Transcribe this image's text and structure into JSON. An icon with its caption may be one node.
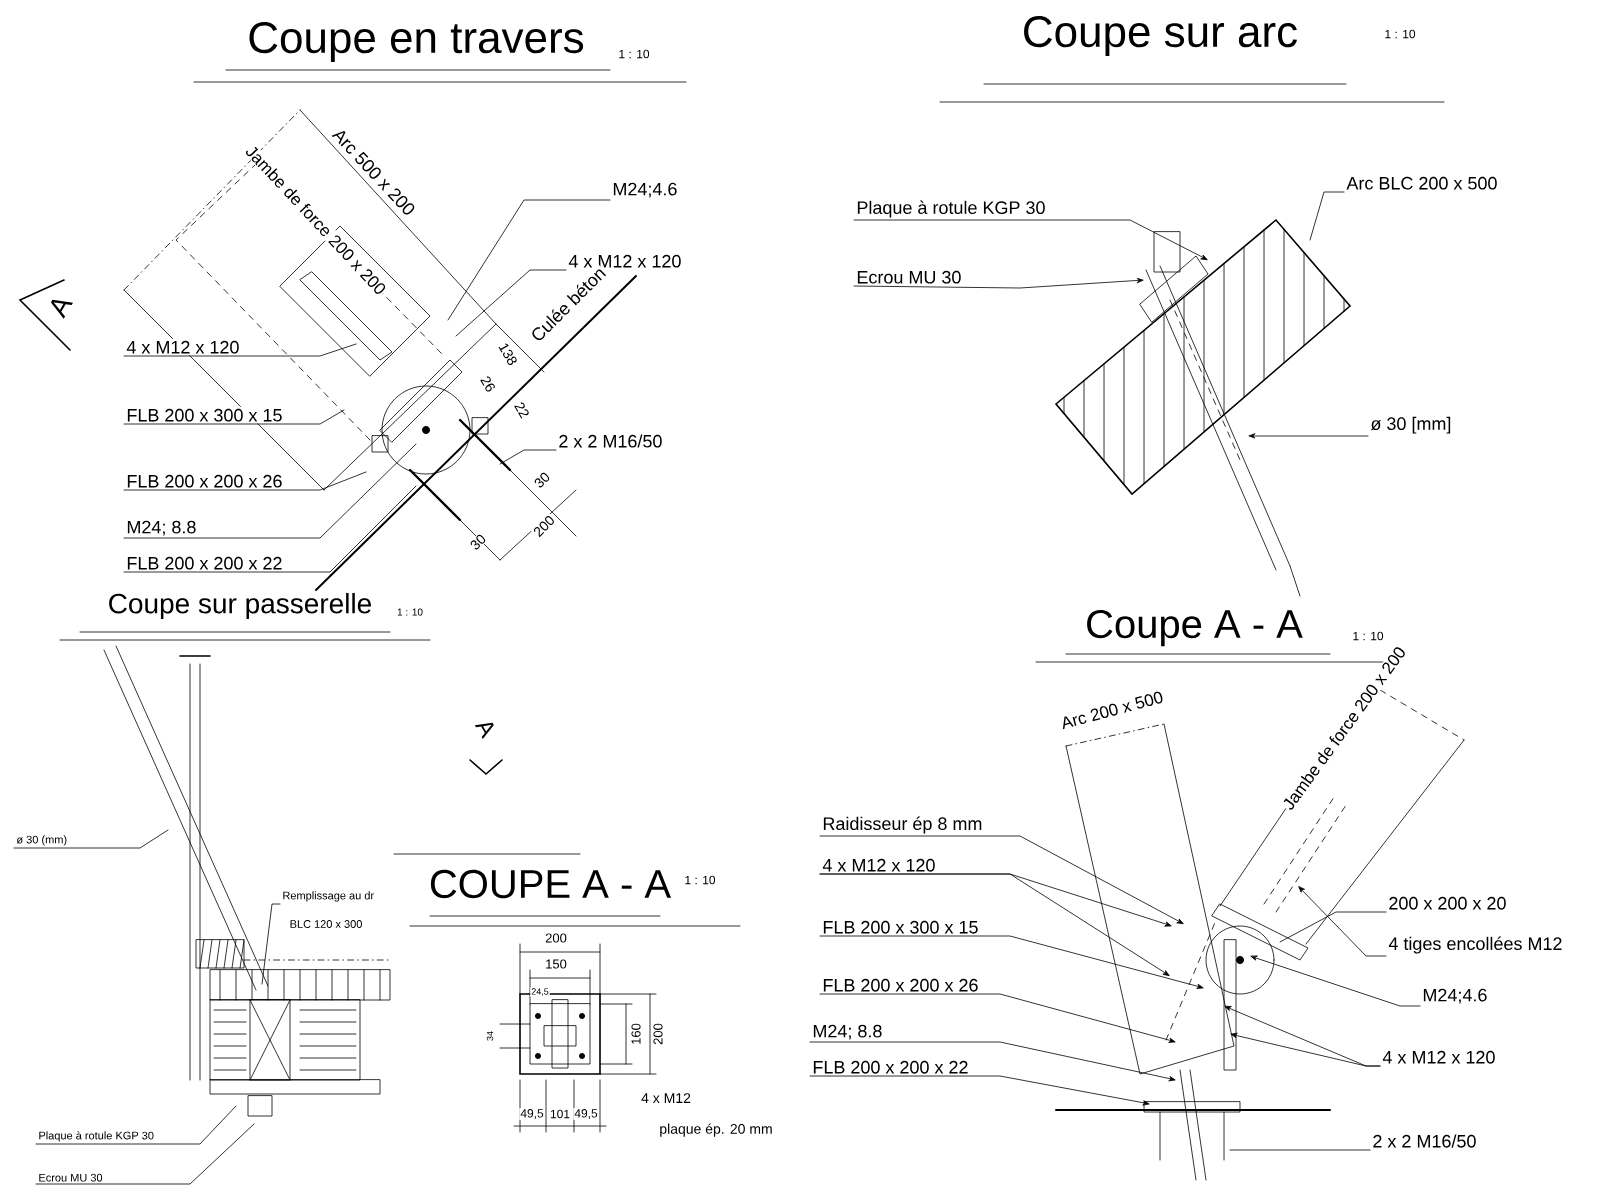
{
  "diagram": {
    "nodes": [
      {
        "text": [
          "M24;4.6"
        ]
      },
      {
        "text": [
          "4 x M12 x 120"
        ]
      },
      {
        "text": [
          "4 x M12 x 120"
        ]
      },
      {
        "text": [
          "FLB 200 x 300 x 15"
        ]
      },
      {
        "text": [
          "FLB 200 x 200 x 26"
        ]
      },
      {
        "text": [
          "M24; 8.8"
        ]
      },
      {
        "text": [
          "FLB 200 x 200 x 22"
        ]
      },
      {
        "text": [
          "2 x 2 M16/50"
        ]
      },
      {
        "text": [
          "Plaque à rotule KGP 30"
        ]
      },
      {
        "text": [
          "Ecrou MU 30"
        ]
      },
      {
        "text": [
          "Arc BLC 200 x 500"
        ]
      },
      {
        "text": [
          "ø 30 [mm]"
        ]
      },
      {
        "text": [
          "ø 30 (mm)"
        ]
      },
      {
        "text": [
          "Remplissage au dr"
        ],
        "in": 27
      },
      {
        "text": [
          "Plaque à rotule KGP 30"
        ]
      },
      {
        "text": [
          "Ecrou MU 30"
        ]
      },
      {
        "text": [
          "Raidisseur ép 8 mm"
        ]
      },
      {
        "text": [
          "4 x M12 x 120"
        ]
      },
      {
        "text": [
          "FLB 200 x 300 x 15"
        ]
      },
      {
        "text": [
          "FLB 200 x 200 x 26"
        ]
      },
      {
        "text": [
          "M24; 8.8"
        ]
      },
      {
        "text": [
          "FLB 200 x 200 x 22"
        ]
      },
      {
        "text": [
          "200 x 200 x 20"
        ]
      },
      {
        "text": [
          "4 tiges encollées M12"
        ]
      },
      {
        "text": [
          "M24;4.6"
        ]
      },
      {
        "text": [
          "4 x M12 x 120"
        ]
      },
      {
        "text": [
          "2 x 2 M16/50"
        ]
      },
      {
        "text": [],
        "shape": "picture"
      }
    ],
    "edges": [
      {
        "from": 0,
        "to": null,
        "arrow": "none"
      },
      {
        "from": 1,
        "to": null,
        "arrow": "none"
      },
      {
        "from": 2,
        "to": null,
        "arrow": "none"
      },
      {
        "from": 3,
        "to": null,
        "arrow": "none"
      },
      {
        "from": 4,
        "to": null,
        "arrow": "none"
      },
      {
        "from": 5,
        "to": null,
        "arrow": "none"
      },
      {
        "from": 6,
        "to": null,
        "arrow": "none"
      },
      {
        "from": 7,
        "to": null,
        "arrow": "none"
      },
      {
        "from": 8,
        "to": null,
        "arrow": "to"
      },
      {
        "from": 9,
        "to": null,
        "arrow": "to"
      },
      {
        "from": 10,
        "to": null,
        "arrow": "none"
      },
      {
        "from": 11,
        "to": null,
        "arrow": "to"
      },
      {
        "from": 12,
        "to": 27,
        "arrow": "none"
      },
      {
        "from": 13,
        "to": 27,
        "arrow": "none"
      },
      {
        "from": 14,
        "to": 27,
        "arrow": "none"
      },
      {
        "from": 15,
        "to": 27,
        "arrow": "none"
      },
      {
        "from": 16,
        "to": null,
        "arrow": "to"
      },
      {
        "from": 17,
        "to": null,
        "arrow": "to"
      },
      {
        "from": 17,
        "to": null,
        "arrow": "to"
      },
      {
        "from": 18,
        "to": null,
        "arrow": "to"
      },
      {
        "from": 19,
        "to": null,
        "arrow": "to"
      },
      {
        "from": 20,
        "to": null,
        "arrow": "to"
      },
      {
        "from": 21,
        "to": null,
        "arrow": "to"
      },
      {
        "from": 22,
        "to": null,
        "arrow": "none"
      },
      {
        "from": 23,
        "to": null,
        "arrow": "to"
      },
      {
        "from": 24,
        "to": null,
        "arrow": "to"
      },
      {
        "from": 25,
        "to": null,
        "arrow": "to"
      },
      {
        "from": 25,
        "to": null,
        "arrow": "to"
      },
      {
        "from": 26,
        "to": null,
        "arrow": "none"
      }
    ],
    "labels": [
      "Coupe en travers",
      "1 : 10",
      "Arc 500 x 200",
      "Jambe de force 200 x 200",
      "Culée béton",
      "A",
      "138",
      "26",
      "22",
      "30",
      "200",
      "30",
      "Coupe sur arc",
      "1 : 10",
      "Coupe sur passerelle",
      "1 : 10",
      "BLC 120 x 300",
      "A",
      "COUPE A - A",
      "1 : 10",
      "200",
      "150",
      "24,5",
      "34",
      "160",
      "200",
      "49,5",
      "101",
      "49,5",
      "4 x M12",
      "plaque ép. 20 mm",
      "Coupe A - A",
      "1 : 10",
      "Arc 200 x 500",
      "Jambe de force 200 x 200"
    ]
  }
}
